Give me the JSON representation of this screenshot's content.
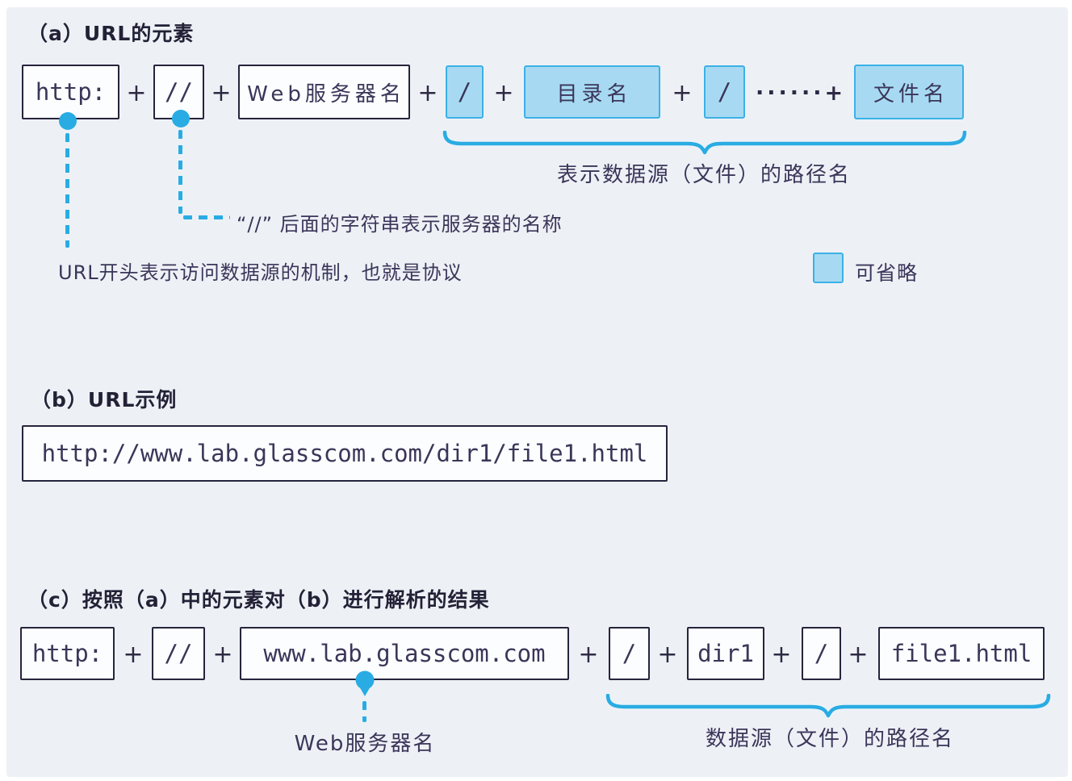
{
  "colors": {
    "background": "#edf1f6",
    "blue_accent": "#29ace3",
    "blue_fill": "#a7daf2",
    "blue_border": "#3bb1e6",
    "box_border": "#26243c",
    "text": "#3b3559"
  },
  "section_a": {
    "title": "（a）URL的元素",
    "box_http": "http:",
    "box_slashes": "//",
    "box_server": "Web服务器名",
    "box_slash1": "/",
    "box_dir": "目录名",
    "box_slash2": "/",
    "box_file": "文件名",
    "plus": "+",
    "dots_plus": "······+",
    "brace_label": "表示数据源（文件）的路径名",
    "note_server": "“//” 后面的字符串表示服务器的名称",
    "note_protocol": "URL开头表示访问数据源的机制，也就是协议",
    "legend_label": "可省略"
  },
  "section_b": {
    "title": "（b）URL示例",
    "url": "http://www.lab.glasscom.com/dir1/file1.html"
  },
  "section_c": {
    "title": "（c）按照（a）中的元素对（b）进行解析的结果",
    "box_http": "http:",
    "box_slashes": "//",
    "box_host": "www.lab.glasscom.com",
    "box_slash1": "/",
    "box_dir": "dir1",
    "box_slash2": "/",
    "box_file": "file1.html",
    "plus": "+",
    "server_label": "Web服务器名",
    "brace_label": "数据源（文件）的路径名"
  }
}
